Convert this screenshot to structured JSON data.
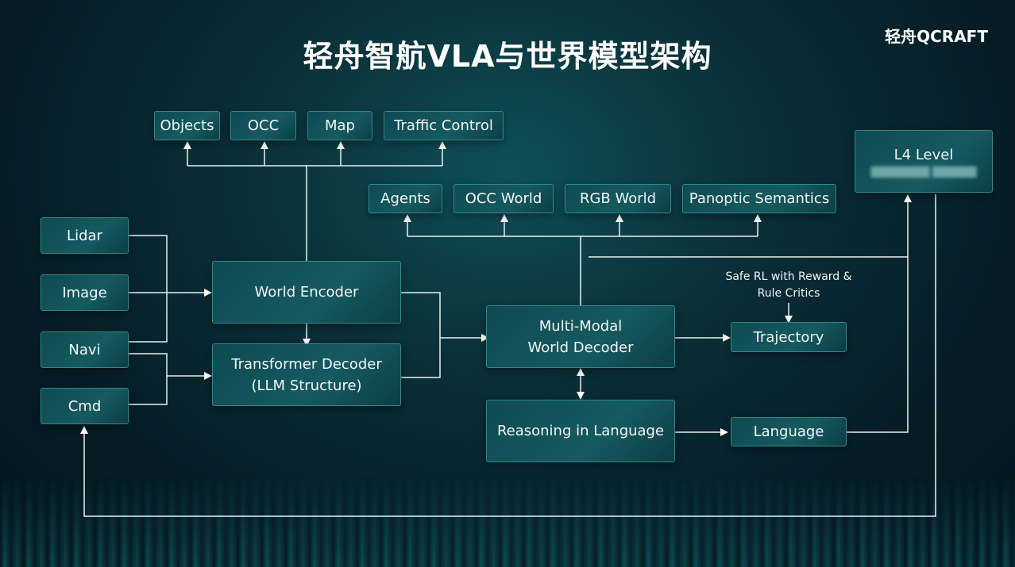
{
  "title": "轻舟智航VLA与世界模型架构",
  "logo": "轻舟QCRAFT",
  "outputs_top": [
    "Objects",
    "OCC",
    "Map",
    "Traffic Control"
  ],
  "outputs_world": [
    "Agents",
    "OCC World",
    "RGB World",
    "Panoptic Semantics"
  ],
  "inputs": [
    "Lidar",
    "Image",
    "Navi",
    "Cmd"
  ],
  "world_encoder": "World Encoder",
  "transformer_decoder": [
    "Transformer Decoder",
    "(LLM Structure)"
  ],
  "mm_decoder": [
    "Multi-Modal",
    "World Decoder"
  ],
  "reasoning": "Reasoning in Language",
  "trajectory": "Trajectory",
  "language": "Language",
  "safe_rl": [
    "Safe RL with Reward &",
    "Rule Critics"
  ],
  "l4": "L4 Level"
}
